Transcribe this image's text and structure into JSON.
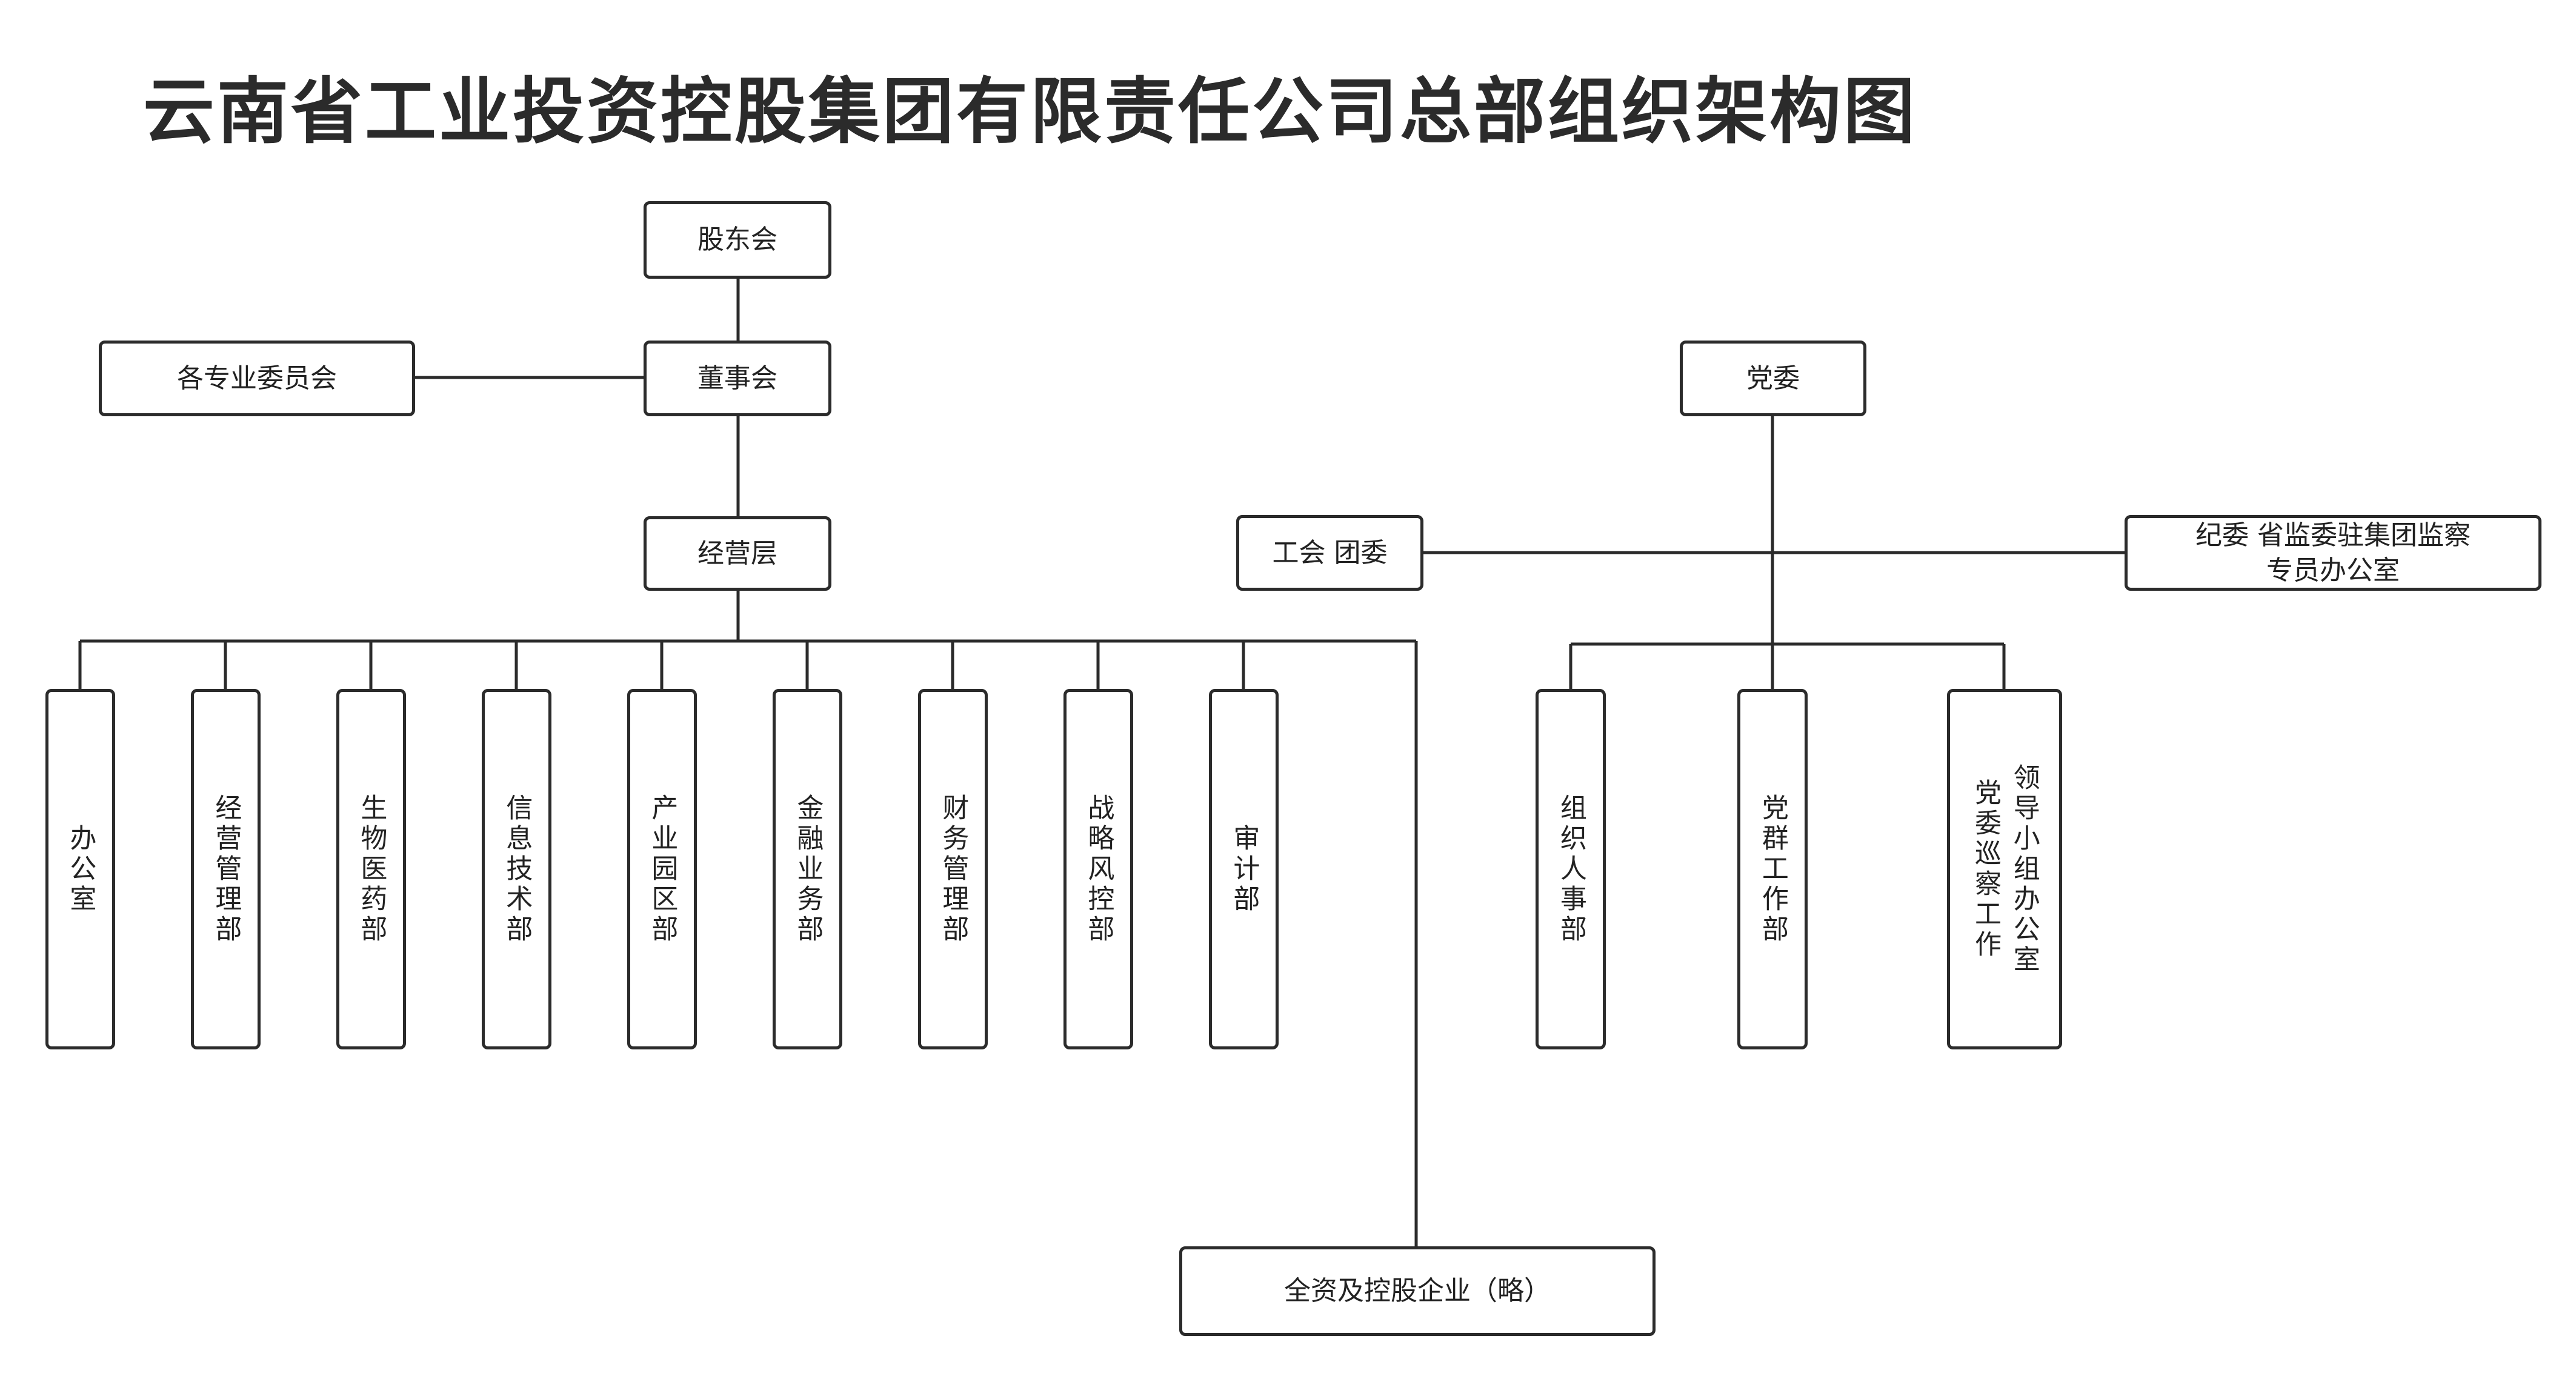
{
  "title": "云南省工业投资控股集团有限责任公司总部组织架构图",
  "nodes": {
    "shareholders": "股东会",
    "board": "董事会",
    "committees": "各专业委员会",
    "management": "经营层",
    "party_committee": "党委",
    "union": "工会 团委",
    "discipline": "纪委 省监委驻集团监察\n专员办公室",
    "subsidiaries": "全资及控股企业（略）"
  },
  "departments": [
    "办公室",
    "经营管理部",
    "生物医药部",
    "信息技术部",
    "产业园区部",
    "金融业务部",
    "财务管理部",
    "战略风控部",
    "审计部"
  ],
  "party_departments": [
    "组织人事部",
    "党群工作部"
  ],
  "inspection_office": "领导小组办公室\n党委巡察工作"
}
